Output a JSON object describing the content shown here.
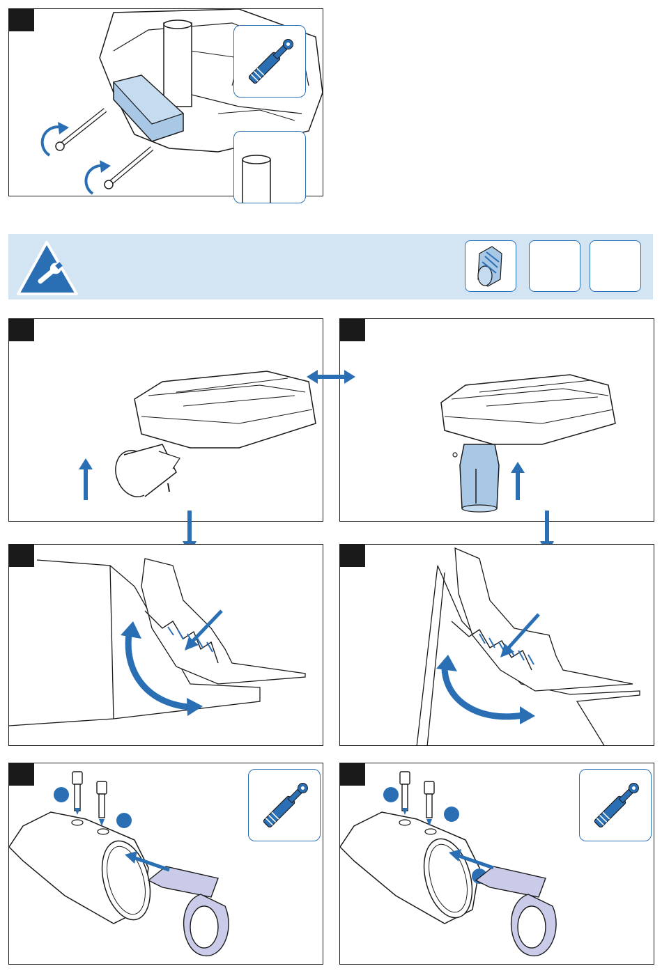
{
  "colors": {
    "accent_blue": "#2a6fb4",
    "banner_bg": "#d3e4f3",
    "part_blue": "#a8c8e6",
    "bracket_lilac": "#c9cbe8",
    "outline": "#1a1a1a"
  },
  "icons": {
    "banner": "wrench-warning-icon",
    "tool": "torque-wrench-icon",
    "toolbox_1": "pole-adapter-icon"
  },
  "steps": [
    {
      "id": "top",
      "art": "pole-clamp-assembly"
    },
    {
      "id": "left-1",
      "art": "housing-with-side-adapter"
    },
    {
      "id": "right-1",
      "art": "housing-with-post-adapter"
    },
    {
      "id": "left-2",
      "art": "angle-adjust-side"
    },
    {
      "id": "right-2",
      "art": "angle-adjust-post"
    },
    {
      "id": "left-3",
      "art": "bracket-mount-side"
    },
    {
      "id": "right-3",
      "art": "bracket-mount-post"
    }
  ]
}
